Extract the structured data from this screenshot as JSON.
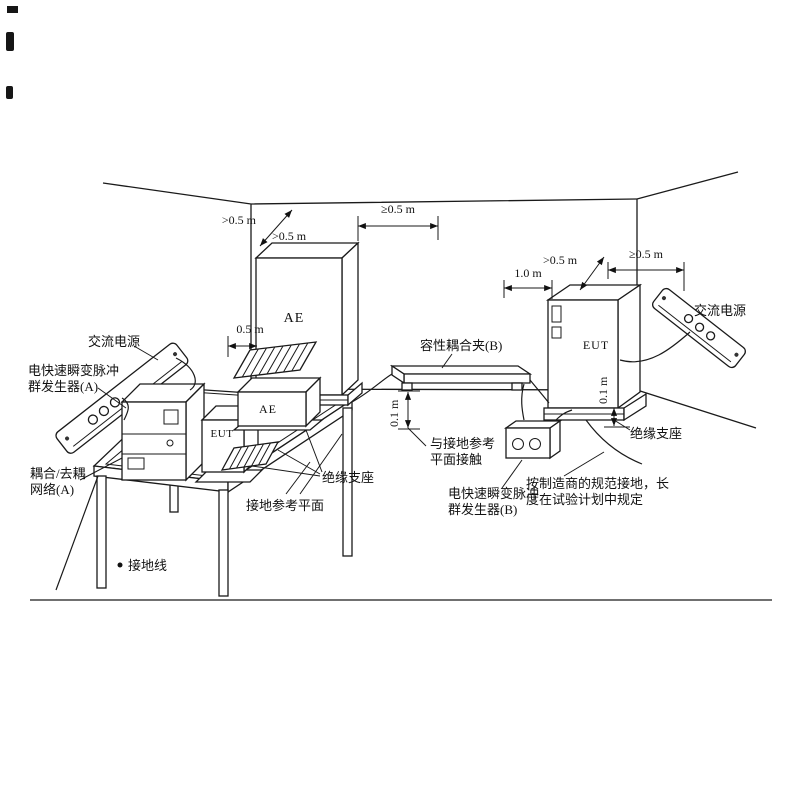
{
  "figure": {
    "labels": {
      "ac_power_left": "交流电源",
      "ac_power_right": "交流电源",
      "gen_a_1": "电快速瞬变脉冲",
      "gen_a_2": "群发生器(A)",
      "cdn_1": "耦合/去耦",
      "cdn_2": "网络(A)",
      "ground_wire": "接地线",
      "ground_plane": "接地参考平面",
      "insul_support_left": "绝缘支座",
      "insul_support_right": "绝缘支座",
      "clamp": "容性耦合夹(B)",
      "contact_1": "与接地参考",
      "contact_2": "平面接触",
      "gen_b_1": "电快速瞬变脉冲",
      "gen_b_2": "群发生器(B)",
      "ground_note_1": "按制造商的规范接地，长",
      "ground_note_2": "度在试验计划中规定",
      "ae_cabinet": "AE",
      "ae_small": "AE",
      "eut_small": "EUT",
      "eut_cabinet": "EUT"
    },
    "dims": {
      "d_topleft1": ">0.5 m",
      "d_topleft2": ">0.5 m",
      "d_topmid": "≥0.5 m",
      "d_left": "0.5 m",
      "d_1m": "1.0 m",
      "d_right_gt": ">0.5 m",
      "d_right_ge": "≥0.5 m",
      "d_01_clamp": "0.1 m",
      "d_01_eut": "0.1 m"
    }
  }
}
